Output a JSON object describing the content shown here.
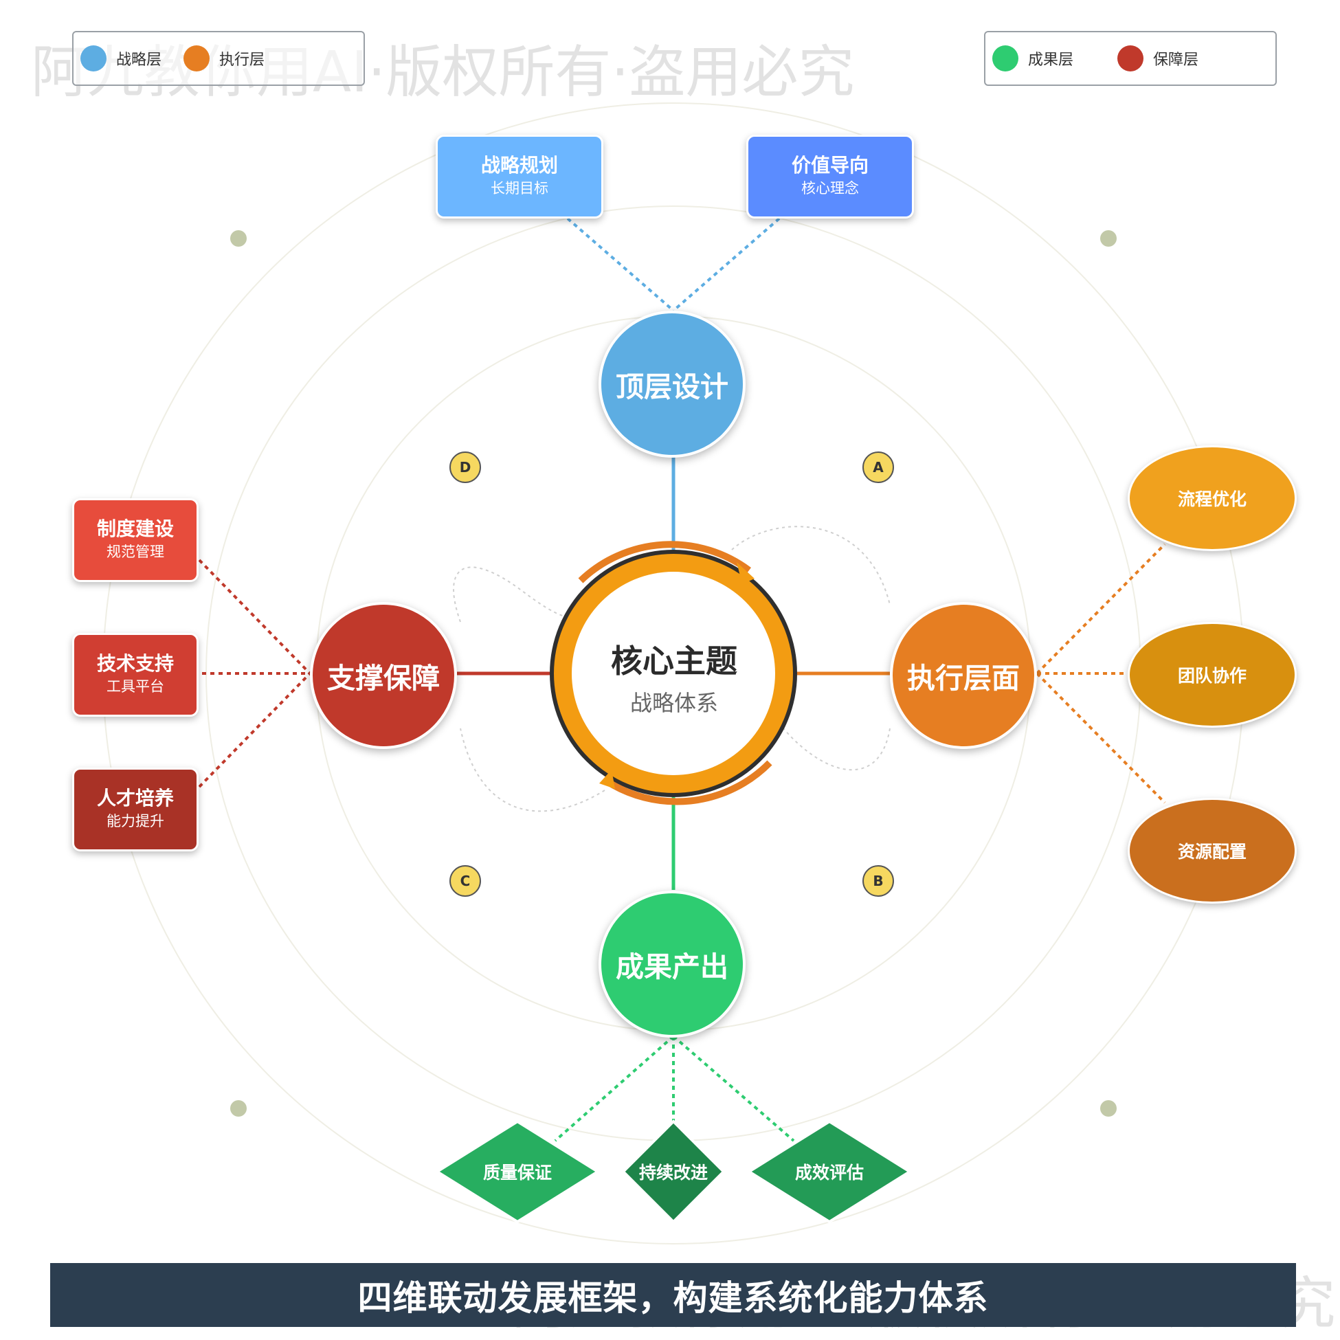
{
  "watermark": {
    "text": "阿九教你用AI·版权所有·盗用必究"
  },
  "legend": [
    {
      "label": "战略层",
      "color": "#5dade2"
    },
    {
      "label": "执行层",
      "color": "#e67e22"
    },
    {
      "label": "成果层",
      "color": "#2ecc71"
    },
    {
      "label": "保障层",
      "color": "#c0392b"
    }
  ],
  "core": {
    "title": "核心主题",
    "subtitle": "战略体系"
  },
  "hubs": {
    "top": {
      "label": "顶层设计",
      "color": "#5dade2"
    },
    "right": {
      "label": "执行层面",
      "color": "#e67e22"
    },
    "bottom": {
      "label": "成果产出",
      "color": "#2ecc71"
    },
    "left": {
      "label": "支撑保障",
      "color": "#c0392b"
    }
  },
  "top_boxes": [
    {
      "title": "战略规划",
      "subtitle": "长期目标",
      "color": "#6cb6ff"
    },
    {
      "title": "价值导向",
      "subtitle": "核心理念",
      "color": "#5b8cff"
    }
  ],
  "left_boxes": [
    {
      "title": "制度建设",
      "subtitle": "规范管理",
      "color": "#e74c3c"
    },
    {
      "title": "技术支持",
      "subtitle": "工具平台",
      "color": "#d03e32"
    },
    {
      "title": "人才培养",
      "subtitle": "能力提升",
      "color": "#a93226"
    }
  ],
  "right_ellipses": [
    {
      "label": "流程优化",
      "color": "#f0a11e"
    },
    {
      "label": "团队协作",
      "color": "#d8900f"
    },
    {
      "label": "资源配置",
      "color": "#ca6f1e"
    }
  ],
  "bottom_diamonds": [
    {
      "label": "质量保证",
      "color": "#27ae60"
    },
    {
      "label": "持续改进",
      "color": "#1e8449"
    },
    {
      "label": "成效评估",
      "color": "#239b56"
    }
  ],
  "markers": [
    "A",
    "B",
    "C",
    "D"
  ],
  "banner": {
    "text": "四维联动发展框架，构建系统化能力体系"
  }
}
